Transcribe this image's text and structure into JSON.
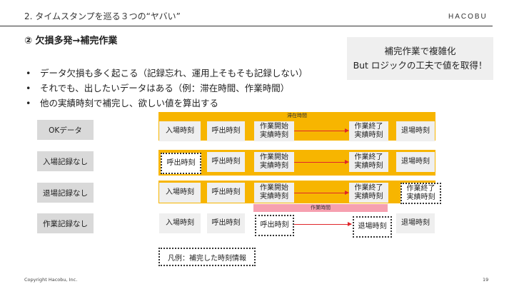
{
  "header": {
    "section_title": "2. タイムスタンプを巡る３つの“ヤバい”",
    "logo": "HACOBU"
  },
  "subtitle": "② 欠損多発→補完作業",
  "callout": {
    "line1": "補完作業で複雑化",
    "line2": "But ロジックの工夫で値を取得！"
  },
  "bullets": [
    "データ欠損も多く起こる（記録忘れ、運用上そもそも記録しない）",
    "それでも、出したいデータはある（例：滞在時間、作業時間）",
    "他の実績時刻で補完し、欲しい値を算出する"
  ],
  "diagram": {
    "stay_time_label": "滞在時間",
    "work_time_label": "作業時間",
    "rows": [
      {
        "label": "OKデータ",
        "cells": [
          "入場時刻",
          "呼出時刻",
          "作業開始\n実績時刻",
          "作業終了\n実績時刻",
          "退場時刻"
        ]
      },
      {
        "label": "入場記録なし",
        "cells": [
          "呼出時刻",
          "呼出時刻",
          "作業開始\n実績時刻",
          "作業終了\n実績時刻",
          "退場時刻"
        ]
      },
      {
        "label": "退場記録なし",
        "cells": [
          "入場時刻",
          "呼出時刻",
          "作業開始\n実績時刻",
          "作業終了\n実績時刻",
          "作業終了\n実績時刻"
        ]
      },
      {
        "label": "作業記録なし",
        "cells": [
          "入場時刻",
          "呼出時刻",
          "呼出時刻",
          "退場時刻",
          "退場時刻"
        ]
      }
    ]
  },
  "legend": "凡例：補完した時刻情報",
  "footer": {
    "copyright": "Copyright Hacobu, Inc.",
    "page_number": "19"
  },
  "colors": {
    "band": "#f7b500",
    "work_band": "#f6a0b0",
    "arrow": "#e0262b",
    "cell": "#efefef",
    "row_label": "#d9d9d9"
  }
}
